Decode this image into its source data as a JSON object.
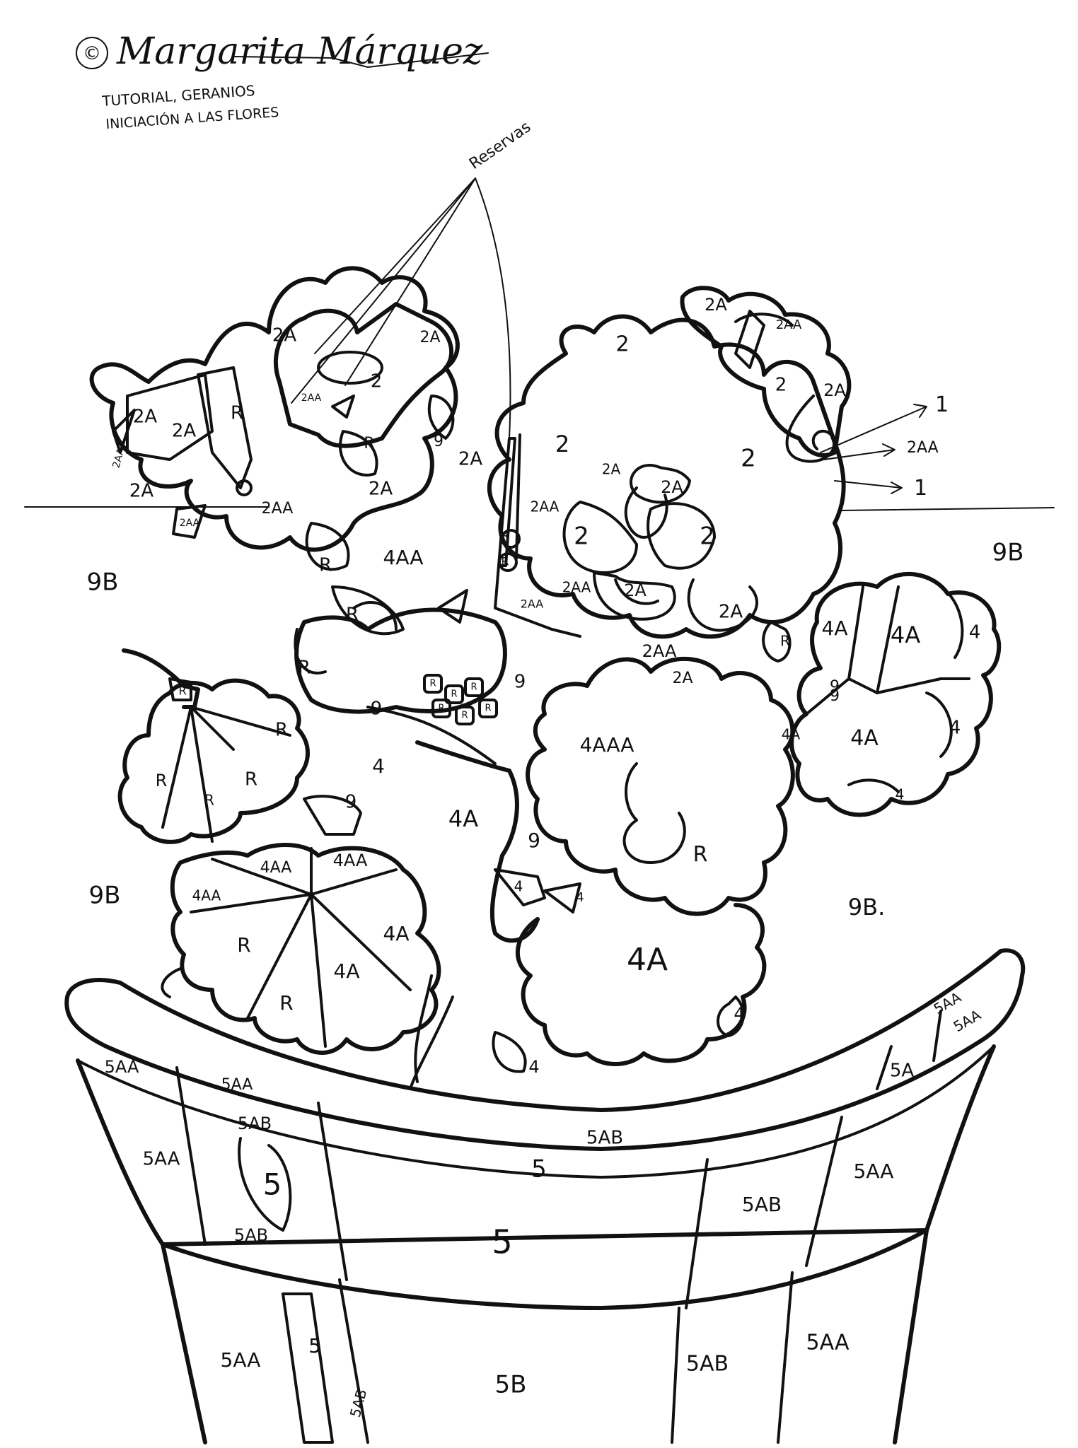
{
  "header": {
    "copyright": "©",
    "signature": "Margarita Márquez",
    "line1": "TUTORIAL, GERANIOS",
    "line2": "INICIACIÓN A LAS FLORES"
  },
  "annotations": {
    "reservas": "Reservas",
    "arrow1": "1",
    "arrow2": "2AA",
    "arrow3": "1"
  },
  "labels": {
    "bg_left_top": "9B",
    "bg_right_top": "9B",
    "bg_left_mid": "9B",
    "bg_right_mid": "9B.",
    "lf_2a_a": "2A",
    "lf_2a_b": "2A",
    "lf_2a_c": "2A",
    "lf_2aa_small": "2AA",
    "lf_2aa_b": "2AA",
    "lf_r_a": "R",
    "lf_2a_d": "2A",
    "lf_2a_e": "2A",
    "lf_2aa_c": "2AA",
    "lf_2_a": "2",
    "lf_r_b": "R",
    "lf_2a_f": "2A",
    "lf_2aa_d": "2AA",
    "lf_9_a": "9",
    "lf_r_c": "R",
    "lf_4aa_a": "4AA",
    "lf_r_d": "R",
    "lf_r_e": "R",
    "rf_2a_a": "2A",
    "rf_2aa_a": "2AA",
    "rf_2_a": "2",
    "rf_2_b": "2",
    "rf_2a_b": "2A",
    "rf_2_c": "2",
    "rf_2a_c": "2A",
    "rf_2aa_b": "2AA",
    "rf_2a_d": "2A",
    "rf_2_d": "2",
    "rf_2_e": "2",
    "rf_2_f": "2",
    "rf_2aa_c": "2AA",
    "rf_2a_e": "2A",
    "rf_2a_f": "2A",
    "rf_2aa_d": "2AA",
    "rf_2a_g": "2A",
    "rf_r_a": "R",
    "rf_r_b": "R",
    "rf_2aa_e": "2AA",
    "rf_9_a": "9",
    "rf_r_c": "R",
    "rf_4a_a": "4A",
    "rf_4a_b": "4A",
    "rf_4_a": "4",
    "rf_9_b": "9",
    "rf_4a_c": "4A",
    "rf_4a_d": "4A",
    "rf_4_b": "4",
    "rf_4_c": "4",
    "ml_r_a": "R",
    "ml_r_b": "R",
    "ml_r_c": "R",
    "ml_r_d": "R",
    "ml_9_a": "9",
    "ml_4_a": "4",
    "ml_9_b": "9",
    "ml_r_e": "R",
    "ml_r_f": "R",
    "ml_r_g": "R",
    "ml_r_h": "R",
    "ml_r_i": "R",
    "ml_r_j": "R",
    "ml_r_k": "R",
    "ml_9_c": "9",
    "c_4a_a": "4A",
    "c_9_a": "9",
    "c_4_a": "4",
    "c_4aaa": "4AAA",
    "c_r_a": "R",
    "c_4_b": "4",
    "c_4a_b": "4A",
    "c_4_c": "4",
    "c_4_d": "4",
    "bl_4aa_a": "4AA",
    "bl_4aa_b": "4AA",
    "bl_4aa_c": "4AA",
    "bl_r_a": "R",
    "bl_4a_a": "4A",
    "bl_4a_b": "4A",
    "bl_r_b": "R",
    "pot_5aa_a": "5AA",
    "pot_5aa_b": "5AA",
    "pot_5ab_a": "5AB",
    "pot_5ab_b": "5AB",
    "pot_5a": "5A",
    "pot_5aa_c": "5AA",
    "pot_5aa_d": "5AA",
    "pot_5aa_e": "5AA",
    "pot_5_a": "5",
    "pot_5ab_c": "5AB",
    "pot_5_b": "5",
    "pot_5ab_d": "5AB",
    "pot_5aa_f": "5AA",
    "pot_5_c": "5",
    "pot_5aa_g": "5AA",
    "pot_5_d": "5",
    "pot_5ab_e": "5AB",
    "pot_5b": "5B",
    "pot_5ab_f": "5AB",
    "pot_5aa_h": "5AA"
  }
}
